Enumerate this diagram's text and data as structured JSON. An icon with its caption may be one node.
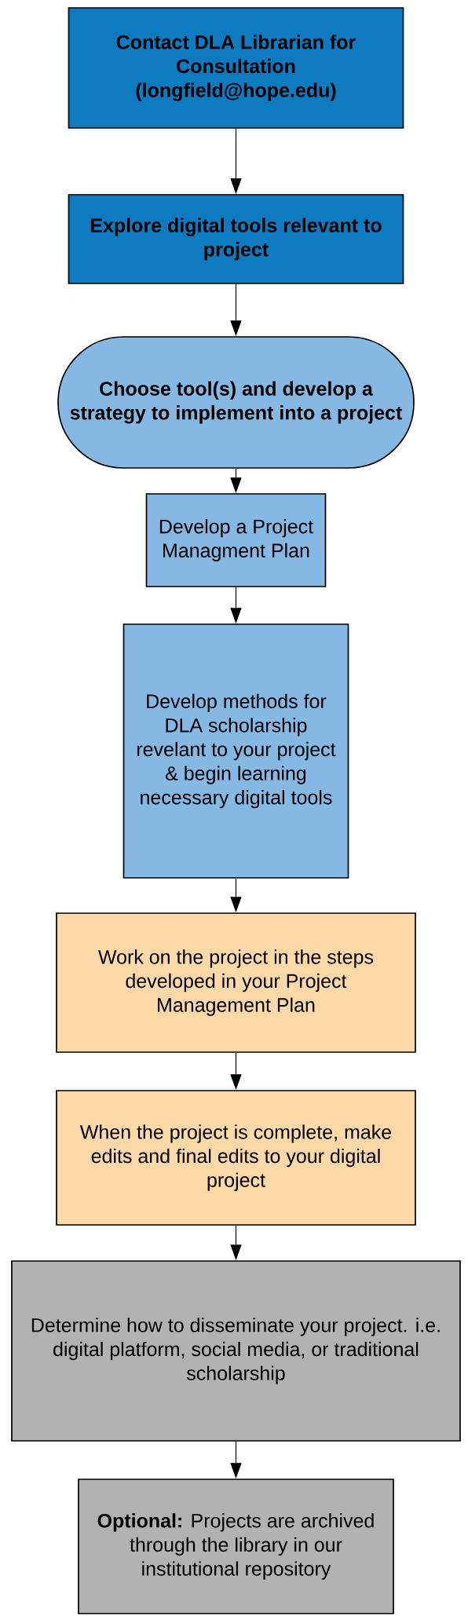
{
  "diagram": {
    "nodes": [
      {
        "text": [
          "Contact DLA Librarian for Consultation (longfield@hope.edu)"
        ]
      },
      {
        "text": [
          "Explore digital tools relevant to project"
        ]
      },
      {
        "text": [
          "Choose tool(s) and develop a strategy to implement into a project"
        ]
      },
      {
        "text": [
          "Develop a Project Managment Plan"
        ]
      },
      {
        "text": [
          "Develop methods for DLA scholarship revelant to your project & begin learning necessary digital tools"
        ]
      },
      {
        "text": [
          "Work on the project in the steps developed in your Project Management Plan"
        ]
      },
      {
        "text": [
          "When the project is complete, make edits and final edits to your digital project"
        ]
      },
      {
        "text": [
          "Determine how to disseminate your project.  i.e. digital platform, social media, or traditional scholarship"
        ]
      },
      {
        "text": [
          "**Optional:** Projects are archived through the library in our institutional repository"
        ]
      }
    ],
    "edges": [
      {
        "from": 0,
        "to": 1,
        "arrow": "to"
      },
      {
        "from": 1,
        "to": 2,
        "arrow": "to"
      },
      {
        "from": 2,
        "to": 3,
        "arrow": "to"
      },
      {
        "from": 3,
        "to": 4,
        "arrow": "to"
      },
      {
        "from": 4,
        "to": 5,
        "arrow": "to"
      },
      {
        "from": 5,
        "to": 6,
        "arrow": "to"
      },
      {
        "from": 6,
        "to": 7,
        "arrow": "to"
      },
      {
        "from": 7,
        "to": 8,
        "arrow": "to"
      }
    ]
  }
}
